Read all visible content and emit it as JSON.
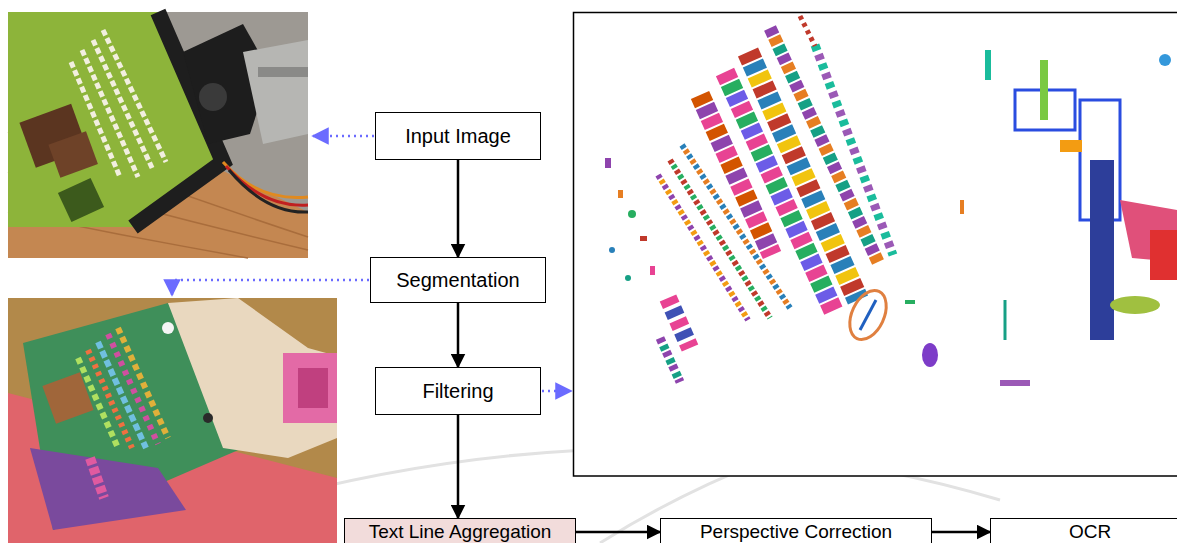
{
  "diagram": {
    "nodes": [
      {
        "text": [
          "Input Image"
        ]
      },
      {
        "text": [
          "Segmentation"
        ]
      },
      {
        "text": [
          "Filtering"
        ]
      },
      {
        "text": [
          "Text Line Aggregation"
        ]
      },
      {
        "text": [
          "Perspective Correction"
        ]
      },
      {
        "text": [
          "OCR"
        ]
      }
    ],
    "edges": [
      {
        "from": 0,
        "to": 1,
        "arrow": "to"
      },
      {
        "from": 1,
        "to": 2,
        "arrow": "to"
      },
      {
        "from": 2,
        "to": 3,
        "arrow": "to"
      },
      {
        "from": 3,
        "to": 4,
        "arrow": "to"
      },
      {
        "from": 4,
        "to": 5,
        "arrow": "to"
      }
    ]
  }
}
